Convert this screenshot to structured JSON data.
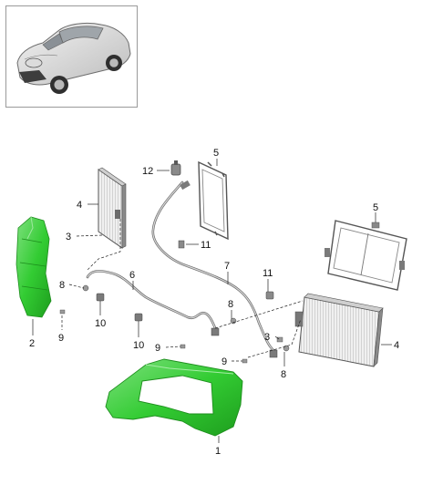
{
  "thumbnail": {
    "icon": "porsche-911-car-thumbnail-icon"
  },
  "callouts": [
    {
      "id": "c12",
      "text": "12"
    },
    {
      "id": "c5a",
      "text": "5"
    },
    {
      "id": "c4a",
      "text": "4"
    },
    {
      "id": "c3a",
      "text": "3"
    },
    {
      "id": "c11a",
      "text": "11"
    },
    {
      "id": "c7",
      "text": "7"
    },
    {
      "id": "c5b",
      "text": "5"
    },
    {
      "id": "c6",
      "text": "6"
    },
    {
      "id": "c8a",
      "text": "8"
    },
    {
      "id": "c11b",
      "text": "11"
    },
    {
      "id": "c8b",
      "text": "8"
    },
    {
      "id": "c2",
      "text": "2"
    },
    {
      "id": "c9a",
      "text": "9"
    },
    {
      "id": "c10a",
      "text": "10"
    },
    {
      "id": "c10b",
      "text": "10"
    },
    {
      "id": "c9b",
      "text": "9"
    },
    {
      "id": "c3b",
      "text": "3"
    },
    {
      "id": "c4b",
      "text": "4"
    },
    {
      "id": "c9c",
      "text": "9"
    },
    {
      "id": "c8c",
      "text": "8"
    },
    {
      "id": "c1",
      "text": "1"
    }
  ],
  "colors": {
    "air_duct_green": "#33cc33",
    "air_duct_dark": "#1e9e1e",
    "part_grey": "#8a8a8a",
    "frame_border": "#9a9a9a"
  }
}
